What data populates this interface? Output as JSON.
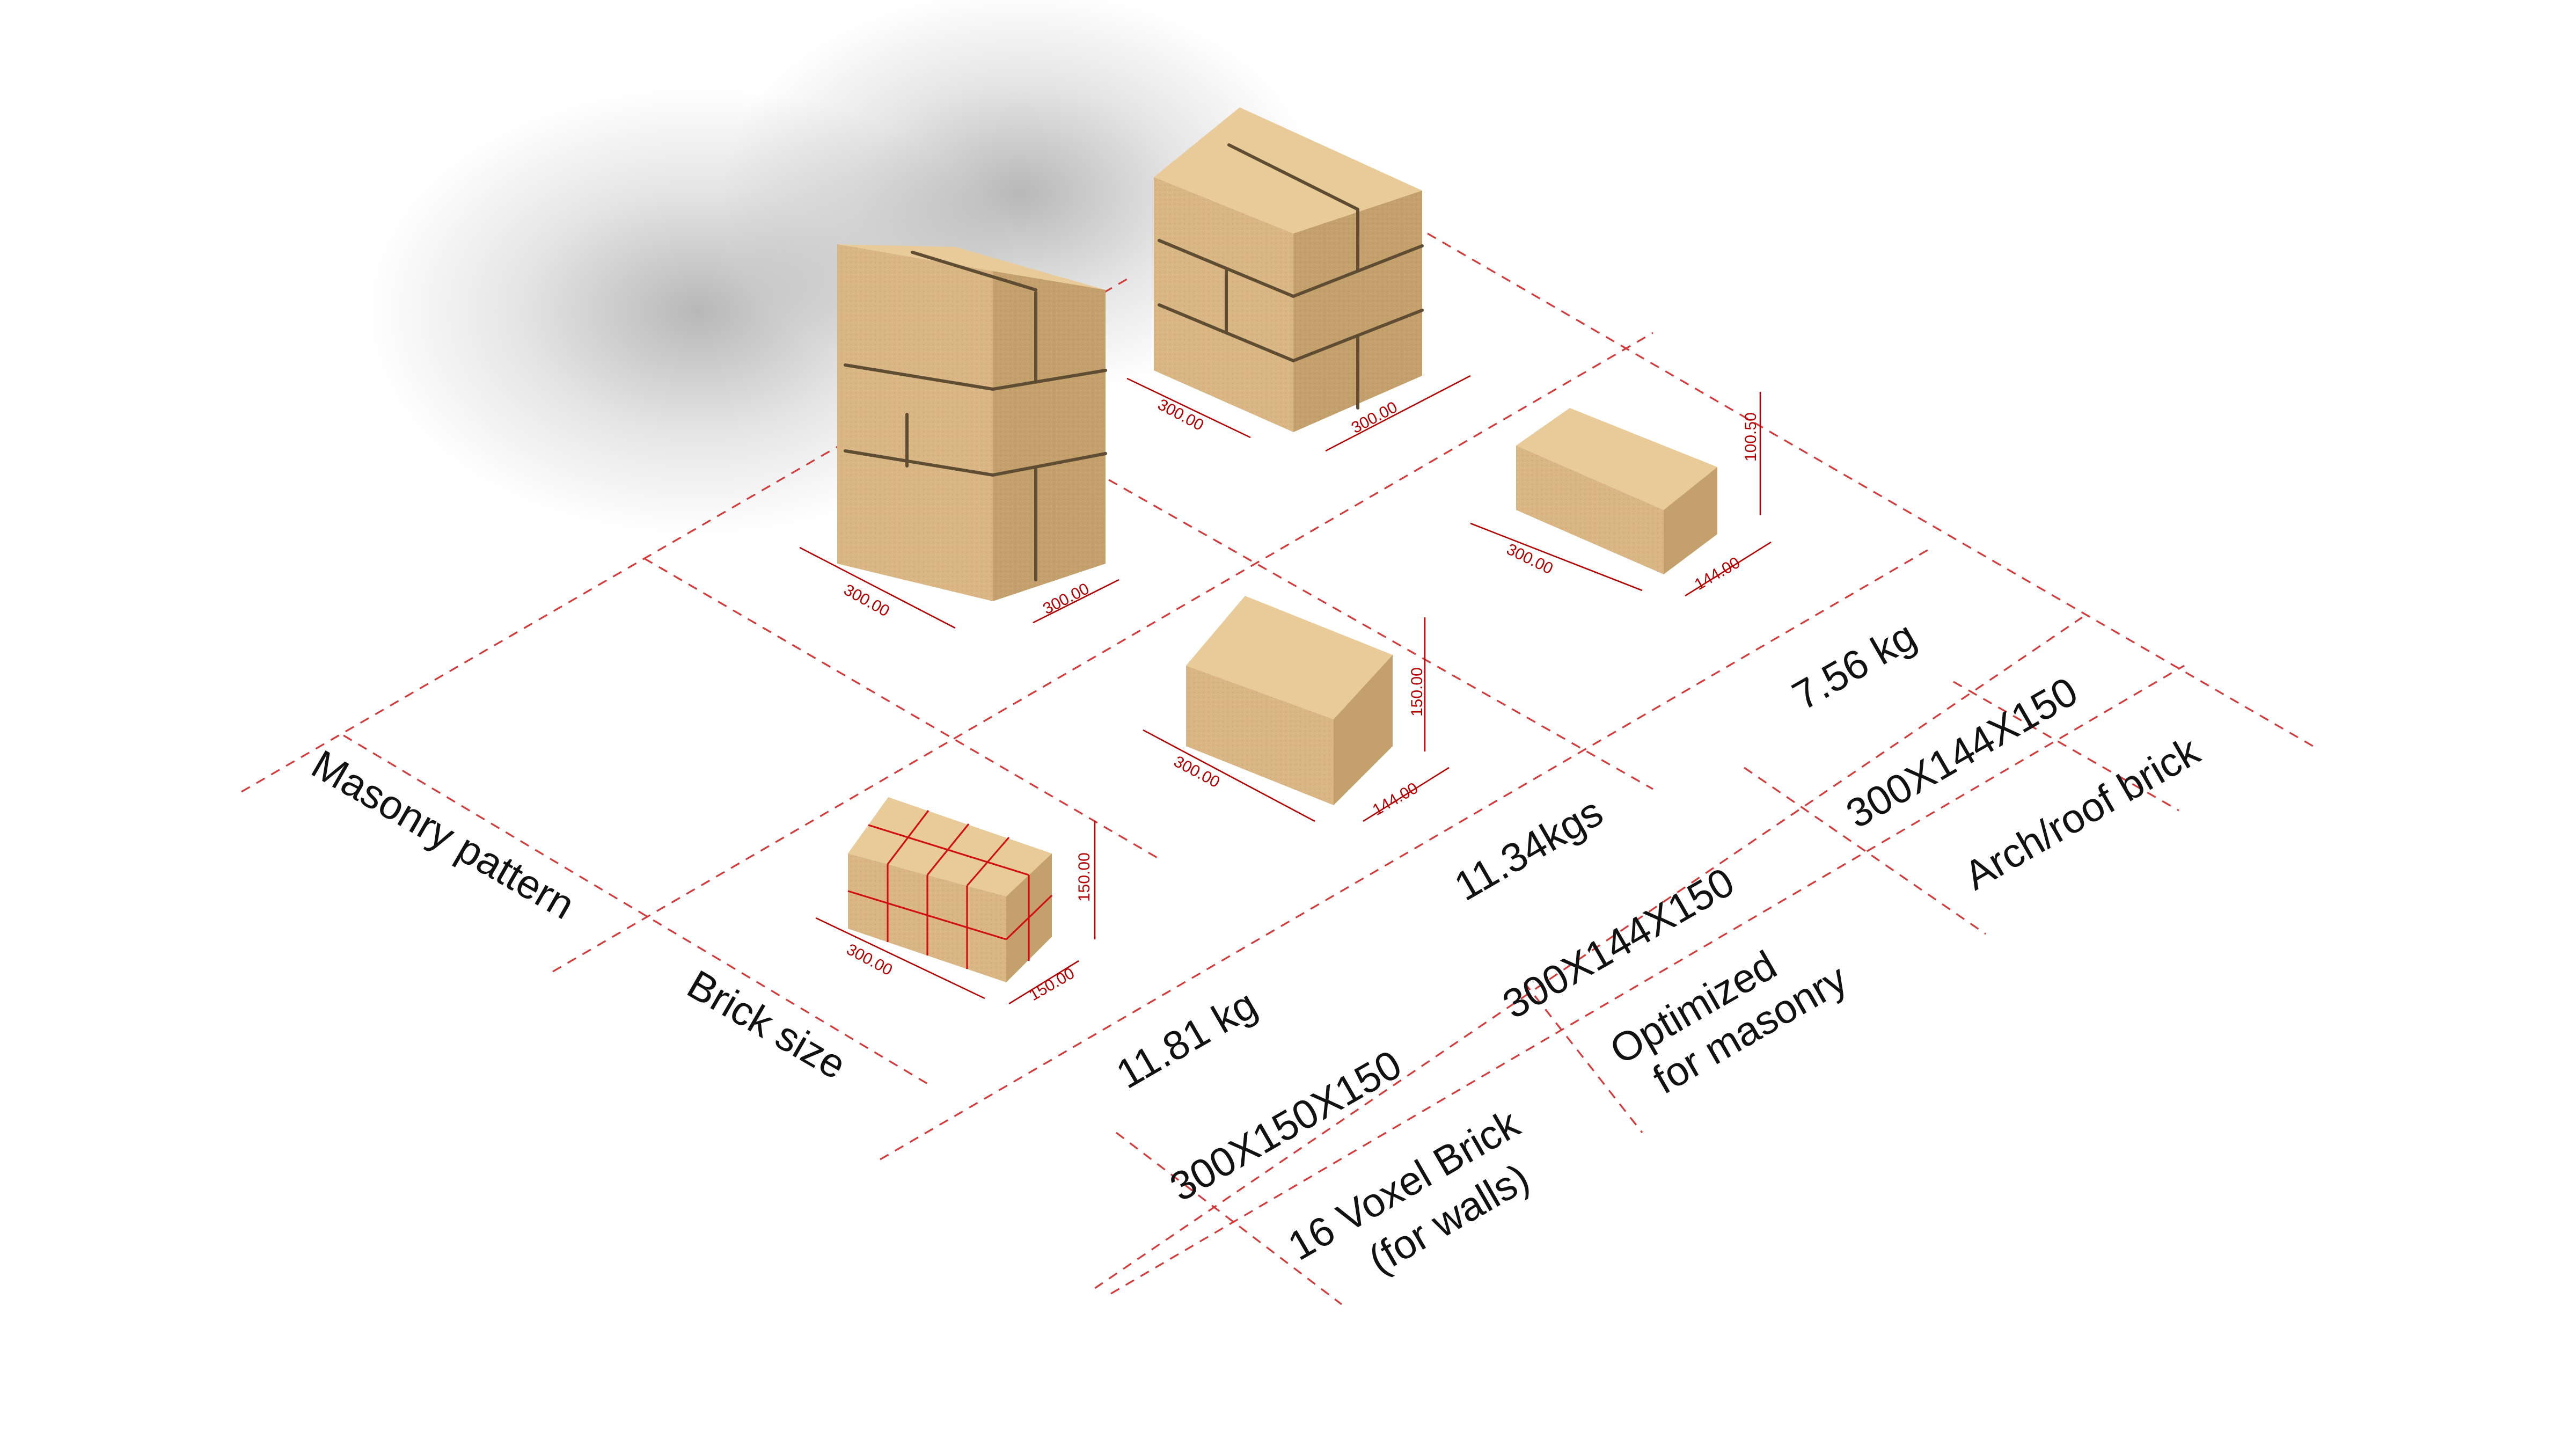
{
  "labels": {
    "masonry_pattern": "Masonry pattern",
    "brick_size": "Brick size"
  },
  "columns": [
    {
      "weight": "11.81 kg",
      "dimensions": "300X150X150",
      "type_line1": "16 Voxel Brick",
      "type_line2": "(for walls)",
      "dims": {
        "length": "300.00",
        "width": "150.00",
        "height": "150.00"
      }
    },
    {
      "weight": "11.34kgs",
      "dimensions": "300X144X150",
      "type_line1": "Optimized",
      "type_line2": "for masonry",
      "dims": {
        "length": "300.00",
        "width": "144.00",
        "height": "150.00"
      }
    },
    {
      "weight": "7.56 kg",
      "dimensions": "300X144X150",
      "type_line1": "Arch/roof brick",
      "type_line2": "",
      "dims": {
        "length": "300.00",
        "width": "144.00",
        "height": "100.50"
      }
    }
  ],
  "masonry": [
    {
      "dim_left": "300.00",
      "dim_right": "300.00"
    },
    {
      "dim_left": "300.00",
      "dim_right": "300.00"
    }
  ],
  "colors": {
    "brick_top": "#e9cb9a",
    "brick_left": "#d9b684",
    "brick_right": "#c4a06c",
    "grid_line": "#d43a3a",
    "dimension": "#b40000",
    "voxel_line": "#d10f0f"
  }
}
